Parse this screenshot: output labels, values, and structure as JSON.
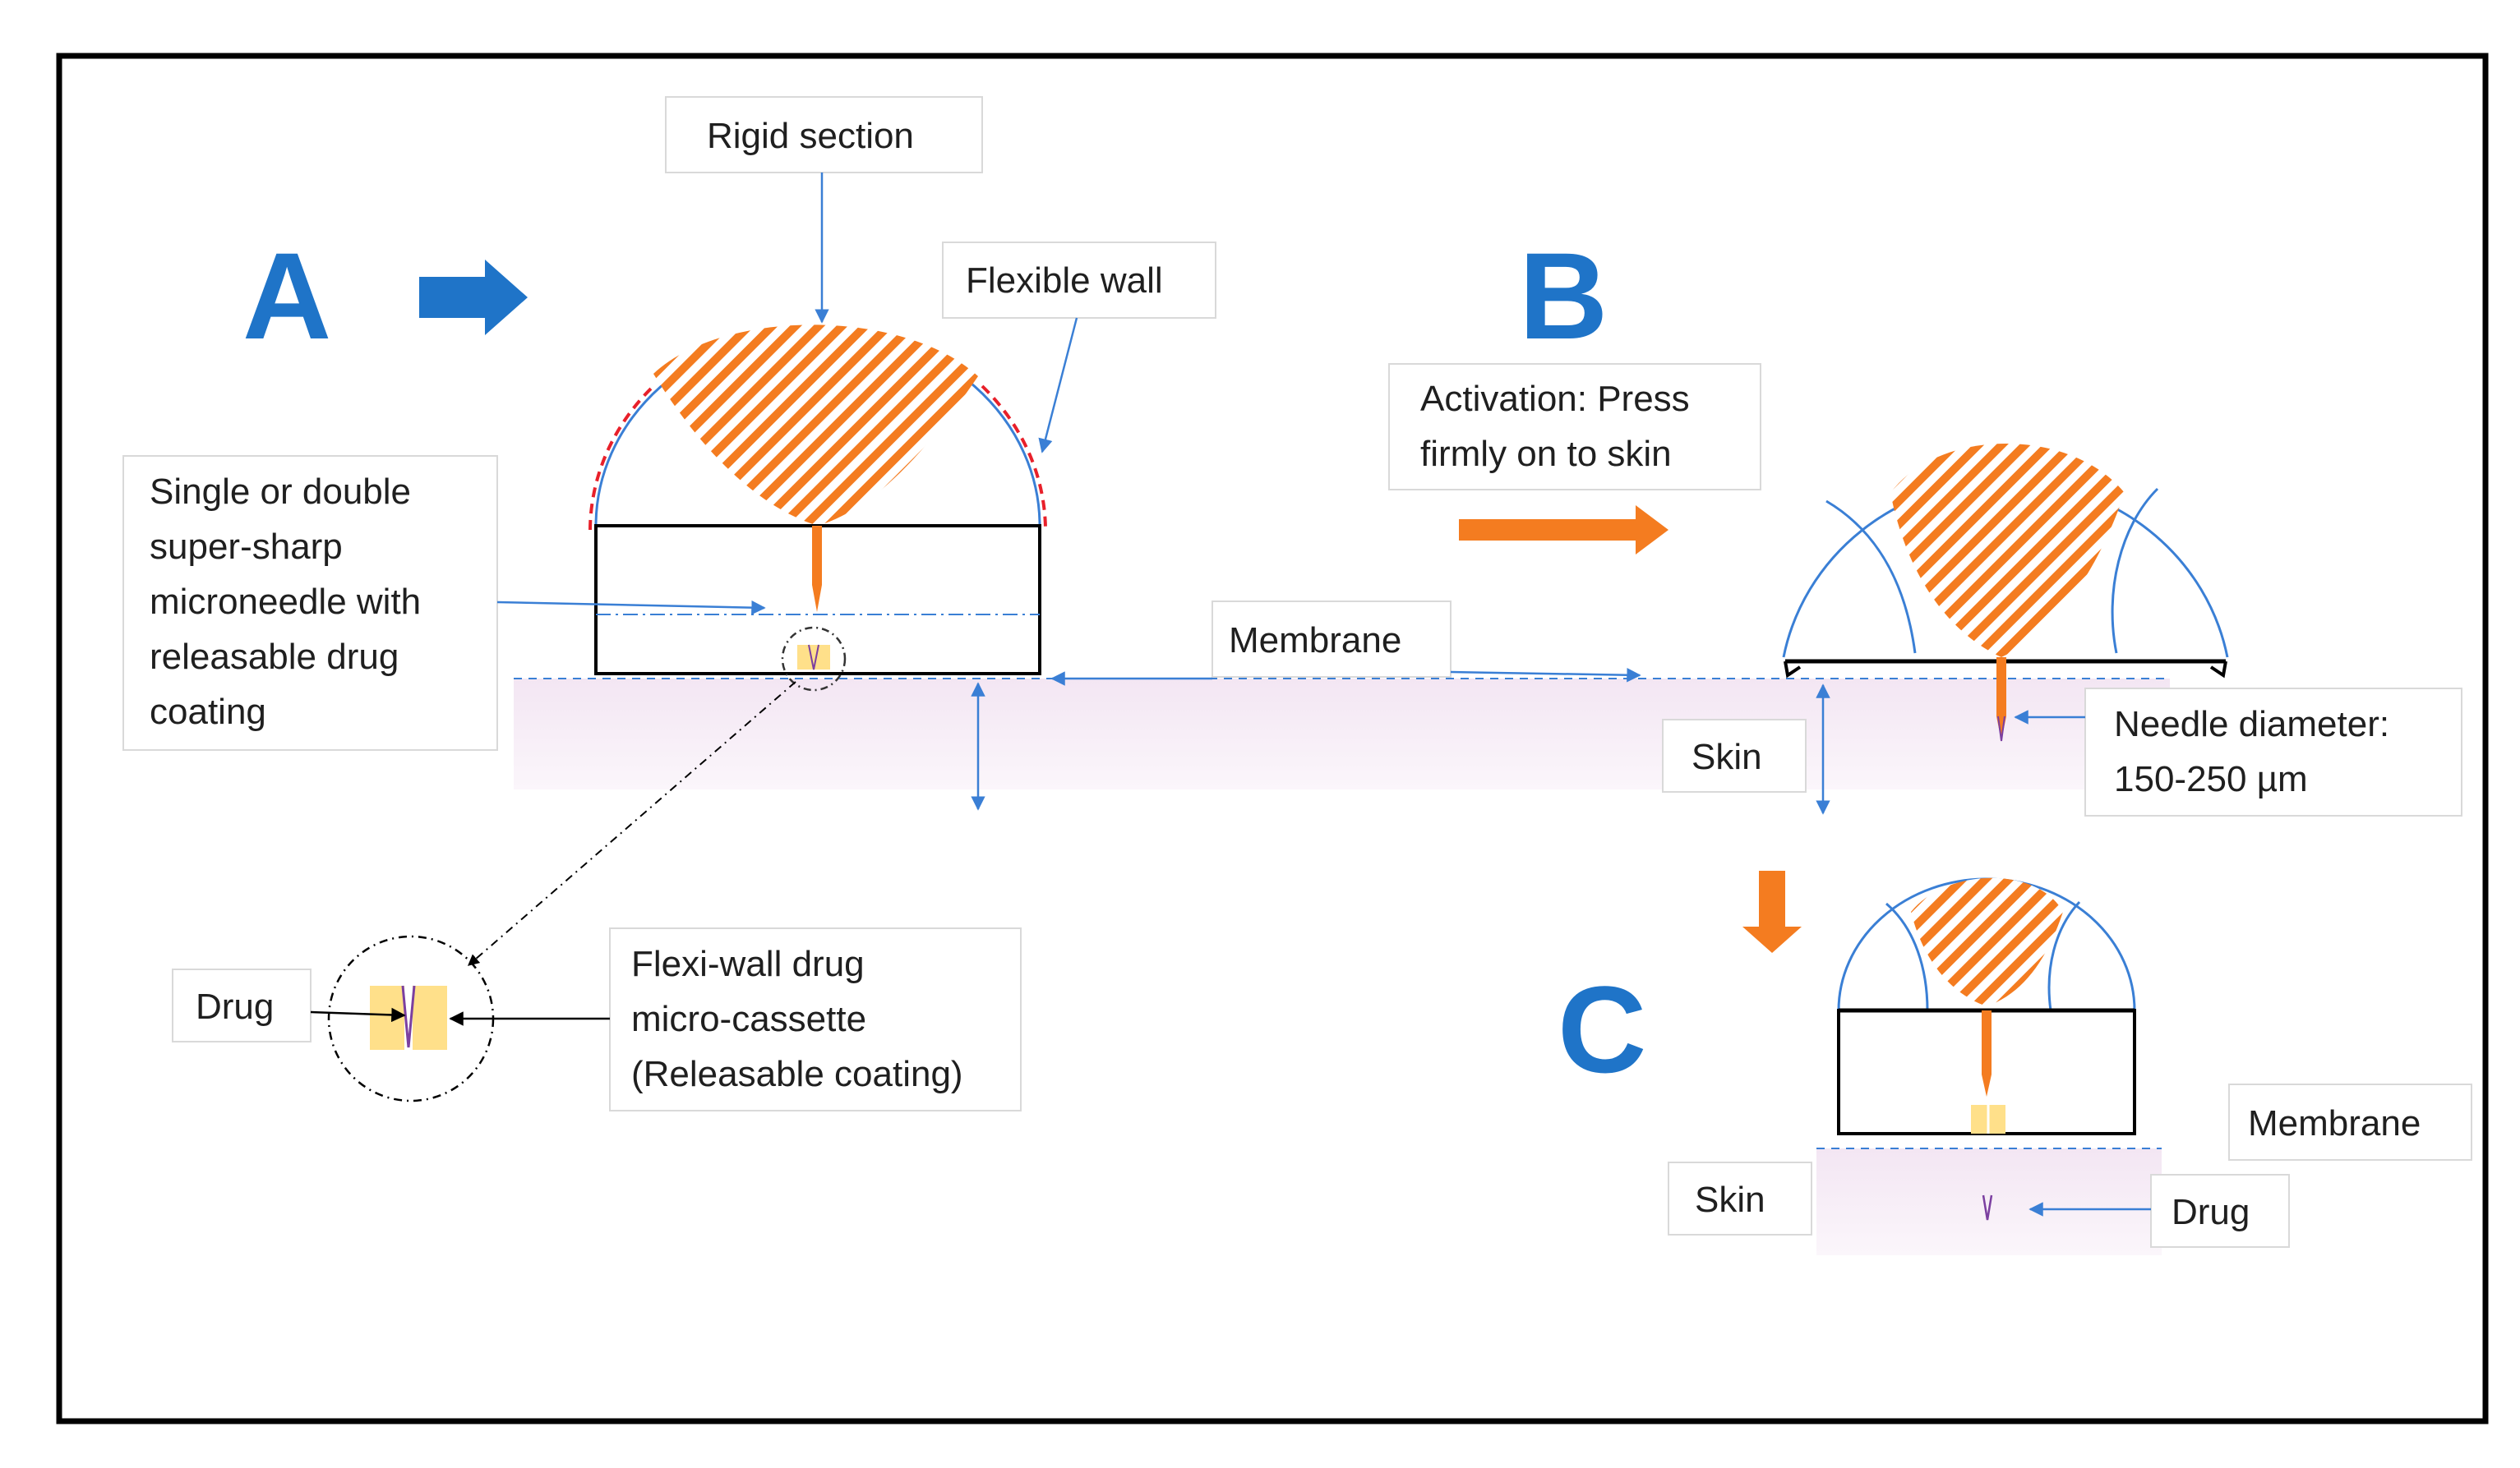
{
  "panels": {
    "a": "A",
    "b": "B",
    "c": "C"
  },
  "labels": {
    "rigid_section": "Rigid section",
    "flexible_wall": "Flexible wall",
    "microneedle": [
      "Single or double",
      "super-sharp",
      "microneedle with",
      "releasable drug",
      "coating"
    ],
    "membrane_a": "Membrane",
    "drug_a": "Drug",
    "cassette": [
      "Flexi-wall drug",
      "micro-cassette",
      "(Releasable coating)"
    ],
    "activation": [
      "Activation: Press",
      "firmly on to skin"
    ],
    "skin_b": "Skin",
    "needle_diameter": [
      "Needle diameter:",
      "150-250 µm"
    ],
    "membrane_c": "Membrane",
    "skin_c": "Skin",
    "drug_c": "Drug"
  },
  "colors": {
    "panel_letter": "#1f74c8",
    "blue_arrow": "#1f74c8",
    "orange": "#f47c20",
    "dome_line": "#3a7fd5",
    "flex_wall_dash": "#e8202a",
    "skin_fill": "#f8f0f8",
    "drug_yellow": "#ffe08a",
    "drug_purple": "#7b3fa0",
    "frame": "#000000"
  }
}
